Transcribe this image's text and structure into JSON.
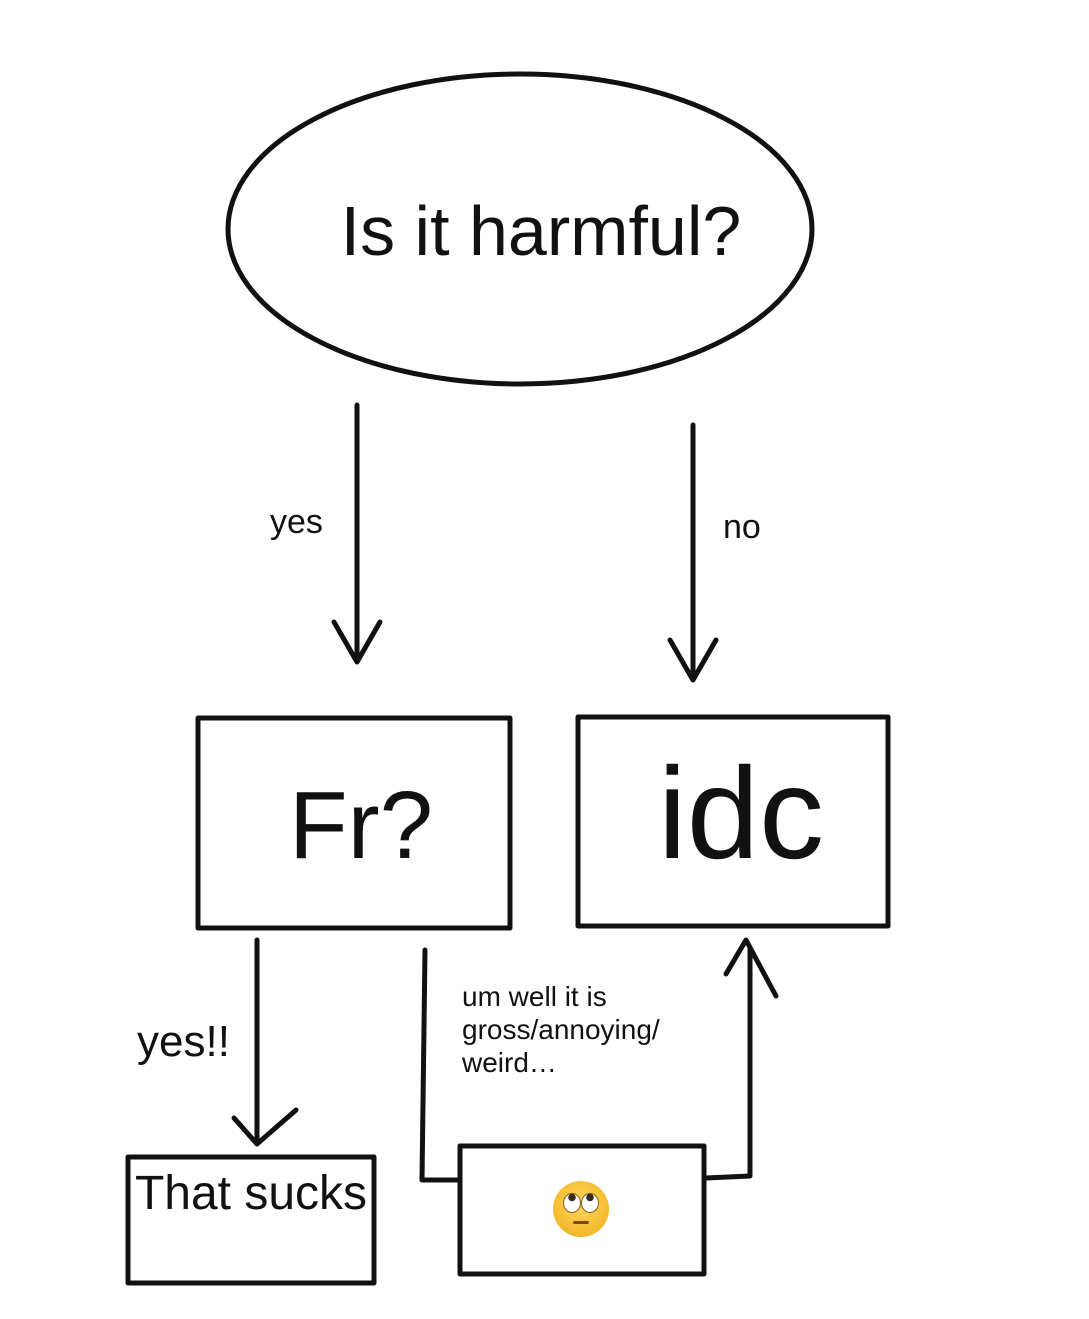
{
  "nodes": {
    "question": "Is it harmful?",
    "fr": "Fr?",
    "idc": "idc",
    "that_sucks": "That sucks",
    "eye_roll_icon": "eye-roll-emoji-icon"
  },
  "edges": {
    "yes": "yes",
    "no": "no",
    "yes_exclaim": "yes!!",
    "um_well": "um well it is gross/annoying/ weird…"
  },
  "colors": {
    "stroke": "#111111",
    "emoji_face": "#f7c33c"
  }
}
